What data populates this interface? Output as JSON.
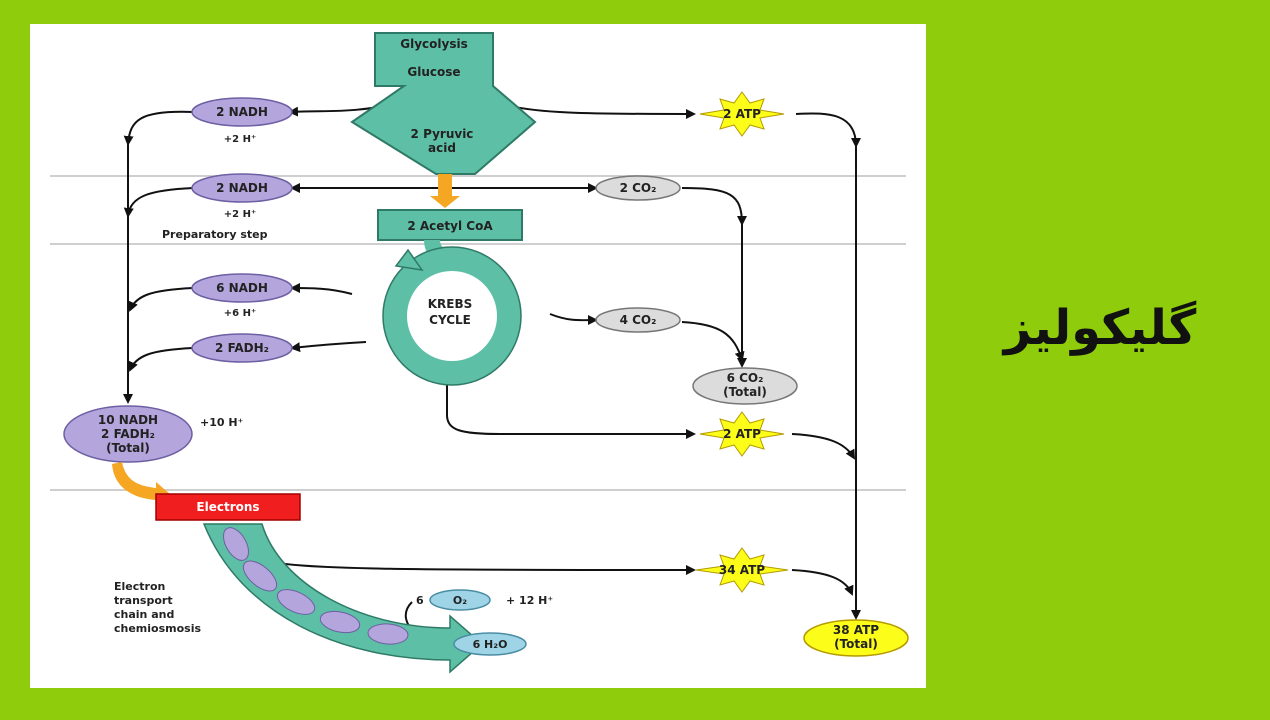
{
  "side_title": "گلیکولیز",
  "labels": {
    "glycolysis": "Glycolysis",
    "glucose": "Glucose",
    "pyruvic_1": "2 Pyruvic",
    "pyruvic_2": "acid",
    "nadh_glycolysis": "2 NADH",
    "h_glycolysis": "+2 H⁺",
    "atp_glycolysis": "2 ATP",
    "nadh_prep": "2 NADH",
    "h_prep": "+2 H⁺",
    "prep_step": "Preparatory step",
    "co2_prep": "2 CO₂",
    "acetyl_coa": "2 Acetyl CoA",
    "krebs_1": "KREBS",
    "krebs_2": "CYCLE",
    "nadh_krebs": "6 NADH",
    "h_krebs": "+6 H⁺",
    "fadh_krebs": "2 FADH₂",
    "co2_krebs": "4 CO₂",
    "co2_total_1": "6 CO₂",
    "co2_total_2": "(Total)",
    "total_1": "10 NADH",
    "total_2": "2 FADH₂",
    "total_3": "(Total)",
    "h_total": "+10 H⁺",
    "atp_krebs": "2 ATP",
    "electrons": "Electrons",
    "etc_1": "Electron",
    "etc_2": "transport",
    "etc_3": "chain and",
    "etc_4": "chemiosmosis",
    "o2_coef": "6",
    "o2": "O₂",
    "h_etc": "+ 12 H⁺",
    "water": "6 H₂O",
    "atp_etc": "34 ATP",
    "atp_total_1": "38 ATP",
    "atp_total_2": "(Total)"
  },
  "colors": {
    "background": "#8fcd0c",
    "teal": "#5dbfa5",
    "purple": "#b4a6dc",
    "yellow": "#fdfd1a",
    "orange": "#f5a623",
    "red": "#f01e1e",
    "gray": "#dcdcdc"
  }
}
